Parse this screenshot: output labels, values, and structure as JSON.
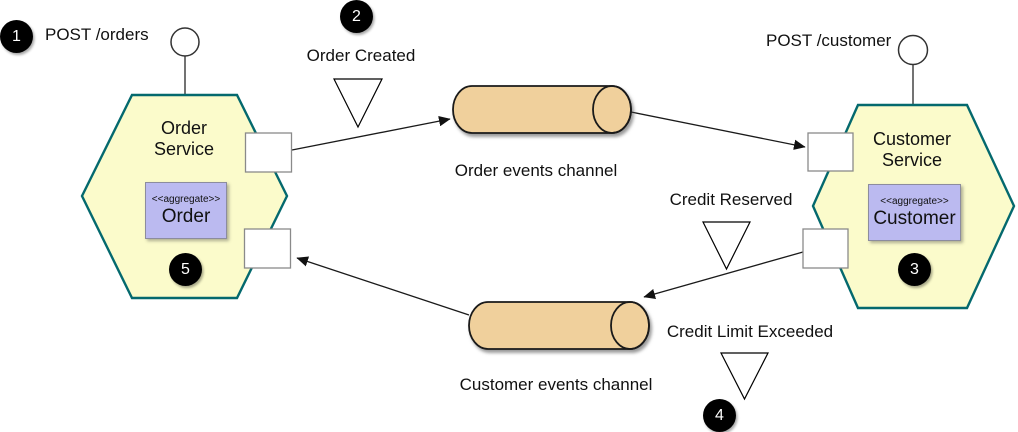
{
  "colors": {
    "hexagon-fill": "#FBFBCB",
    "hexagon-border": "#04696E",
    "channel-fill": "#F0D09C",
    "channel-border": "#1A1A1A",
    "aggregate-fill": "#BBBAF0",
    "aggregate-border": "#8C8C9E",
    "port-fill": "#FFFFFF",
    "port-border": "#8A8A8A",
    "badge-fill": "#000000",
    "badge-text": "#FFFFFF",
    "line-color": "#1A1A1A",
    "text-color": "#111111"
  },
  "steps": {
    "step1": "1",
    "step2": "2",
    "step3": "3",
    "step4": "4",
    "step5": "5"
  },
  "labels": {
    "post_orders": "POST /orders",
    "post_customer": "POST /customer",
    "order_created": "Order Created",
    "credit_reserved": "Credit Reserved",
    "credit_limit_exceeded": "Credit Limit Exceeded"
  },
  "services": {
    "order": {
      "name": "Order Service",
      "stereotype": "<<aggregate>>",
      "aggregate": "Order"
    },
    "customer": {
      "name": "Customer Service",
      "stereotype": "<<aggregate>>",
      "aggregate": "Customer"
    }
  },
  "channels": {
    "order_events": "Order events channel",
    "customer_events": "Customer events channel"
  }
}
